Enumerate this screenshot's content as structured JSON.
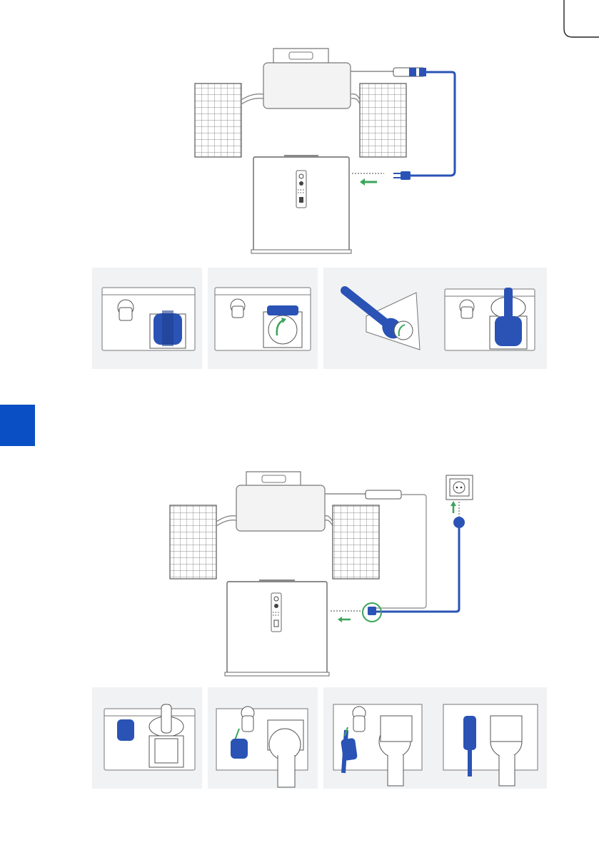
{
  "page": {
    "edge_tab_color": "#0a4fc4",
    "accent_blue": "#2a53b5",
    "accent_green": "#3aa55a",
    "panel_bg": "#f1f2f4"
  },
  "diagrams": [
    {
      "name": "direct-connection",
      "steps": 3,
      "icons": [
        "micro-inverter-icon",
        "solar-panel-icon",
        "power-station-icon",
        "connector-cable-icon",
        "arrow-icon"
      ]
    },
    {
      "name": "grid-connection",
      "steps": 4,
      "icons": [
        "micro-inverter-icon",
        "solar-panel-icon",
        "power-station-icon",
        "wall-socket-icon",
        "connector-cable-icon",
        "arrow-icon"
      ]
    }
  ]
}
